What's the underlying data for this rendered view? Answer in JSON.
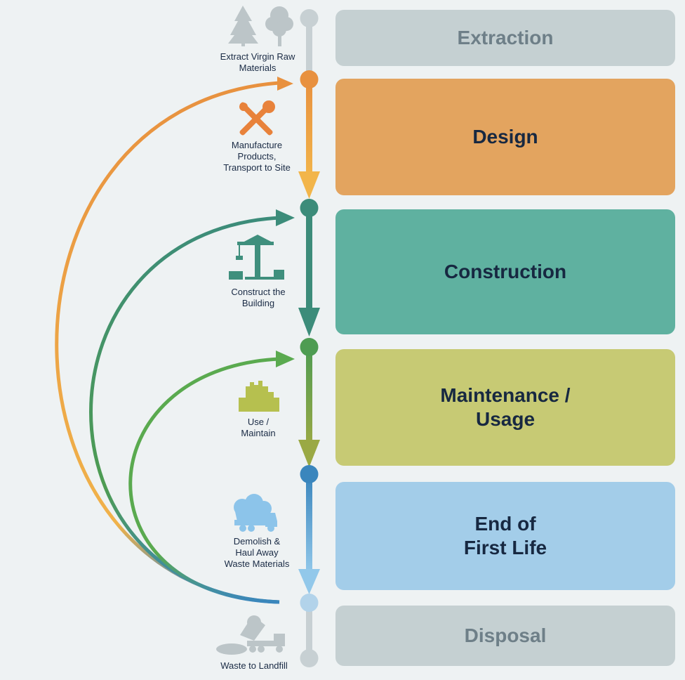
{
  "stages": [
    {
      "id": "extraction",
      "label": "Extraction",
      "bg": "#c5d0d2",
      "fg": "#6e7f88"
    },
    {
      "id": "design",
      "label": "Design",
      "bg": "#e3a45f",
      "fg": "#172841"
    },
    {
      "id": "construction",
      "label": "Construction",
      "bg": "#5fb1a0",
      "fg": "#172841"
    },
    {
      "id": "maintenance",
      "label": "Maintenance /\nUsage",
      "bg": "#c7ca74",
      "fg": "#172841"
    },
    {
      "id": "end-of-life",
      "label": "End of\nFirst Life",
      "bg": "#a3cde9",
      "fg": "#172841"
    },
    {
      "id": "disposal",
      "label": "Disposal",
      "bg": "#c5d0d2",
      "fg": "#6e7f88"
    }
  ],
  "steps": [
    {
      "id": "extract",
      "label": "Extract Virgin Raw\nMaterials",
      "icon": "trees-icon"
    },
    {
      "id": "manufacture",
      "label": "Manufacture\nProducts,\nTransport to Site",
      "icon": "tools-icon"
    },
    {
      "id": "construct",
      "label": "Construct the\nBuilding",
      "icon": "crane-icon"
    },
    {
      "id": "use",
      "label": "Use /\nMaintain",
      "icon": "city-icon"
    },
    {
      "id": "demolish",
      "label": "Demolish &\nHaul Away\nWaste Materials",
      "icon": "dump-truck-icon"
    },
    {
      "id": "landfill",
      "label": "Waste to Landfill",
      "icon": "landfill-truck-icon"
    }
  ],
  "colors": {
    "gray": "#c7d0d3",
    "orange": "#e8913f",
    "orange_light": "#f2b54a",
    "teal": "#3c8c7a",
    "green": "#4e9c52",
    "olive": "#9aa944",
    "blue": "#3a86bd",
    "blue_light": "#92c8ea",
    "icon_gray": "#bcc5c8",
    "icon_orange": "#e8823b",
    "icon_teal": "#3f8f7d",
    "icon_olive": "#b6c04f",
    "icon_blue": "#8cc4ea"
  }
}
